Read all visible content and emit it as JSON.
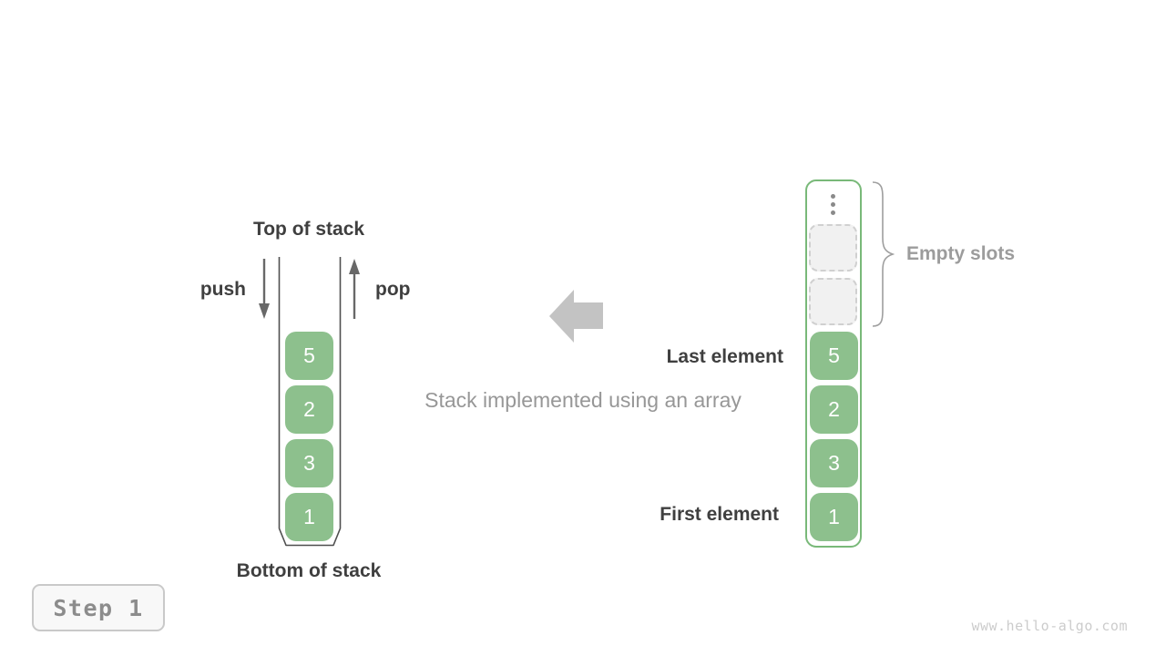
{
  "caption": "Stack implemented using an array",
  "step_badge": "Step 1",
  "watermark": "www.hello-algo.com",
  "stack": {
    "top_label": "Top of stack",
    "bottom_label": "Bottom of stack",
    "push_label": "push",
    "pop_label": "pop",
    "values": [
      "5",
      "2",
      "3",
      "1"
    ]
  },
  "array": {
    "values": [
      "5",
      "2",
      "3",
      "1"
    ],
    "empty_slots_label": "Empty slots",
    "last_element_label": "Last element",
    "first_element_label": "First element",
    "empty_slot_count": 2
  },
  "colors": {
    "cell_green": "#8dc08d",
    "container_green": "#79b979",
    "dark_text": "#3f3f3f",
    "gray_text": "#979797",
    "big_arrow_gray": "#c3c3c3",
    "watermark_gray": "#cccccc"
  }
}
